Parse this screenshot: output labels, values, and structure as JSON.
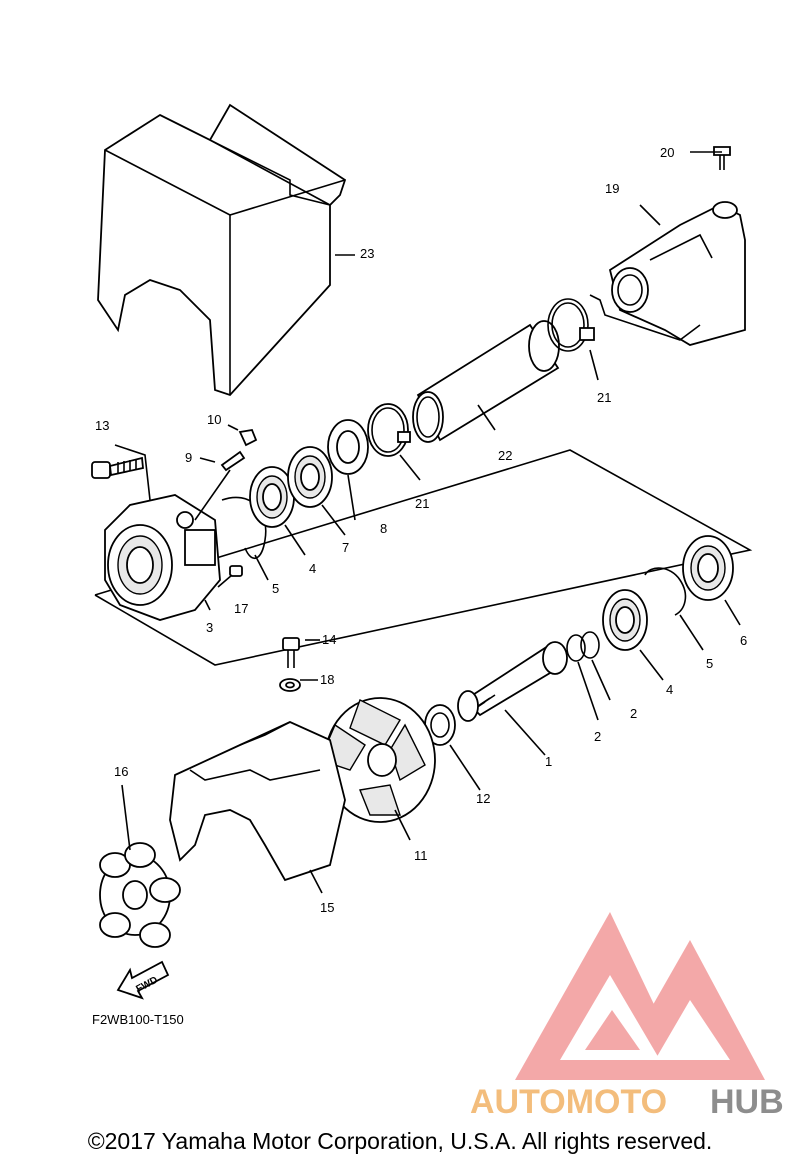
{
  "diagram": {
    "drawing_code": "F2WB100-T150",
    "direction_arrow": "FWD",
    "copyright": "©2017 Yamaha Motor Corporation, U.S.A. All rights reserved.",
    "watermark": {
      "text_a": "AUTOMOTO",
      "text_b": "HUB",
      "color_a": "#f2b266",
      "color_b": "#7a7a7a",
      "logo_color": "#f08080"
    },
    "callouts": {
      "c1": "1",
      "c2a": "2",
      "c2b": "2",
      "c3": "3",
      "c4a": "4",
      "c4b": "4",
      "c5a": "5",
      "c5b": "5",
      "c6": "6",
      "c7": "7",
      "c8": "8",
      "c9": "9",
      "c10": "10",
      "c11": "11",
      "c12": "12",
      "c13": "13",
      "c14": "14",
      "c15": "15",
      "c16": "16",
      "c17": "17",
      "c18": "18",
      "c19": "19",
      "c20": "20",
      "c21a": "21",
      "c21b": "21",
      "c22": "22",
      "c23": "23"
    }
  }
}
